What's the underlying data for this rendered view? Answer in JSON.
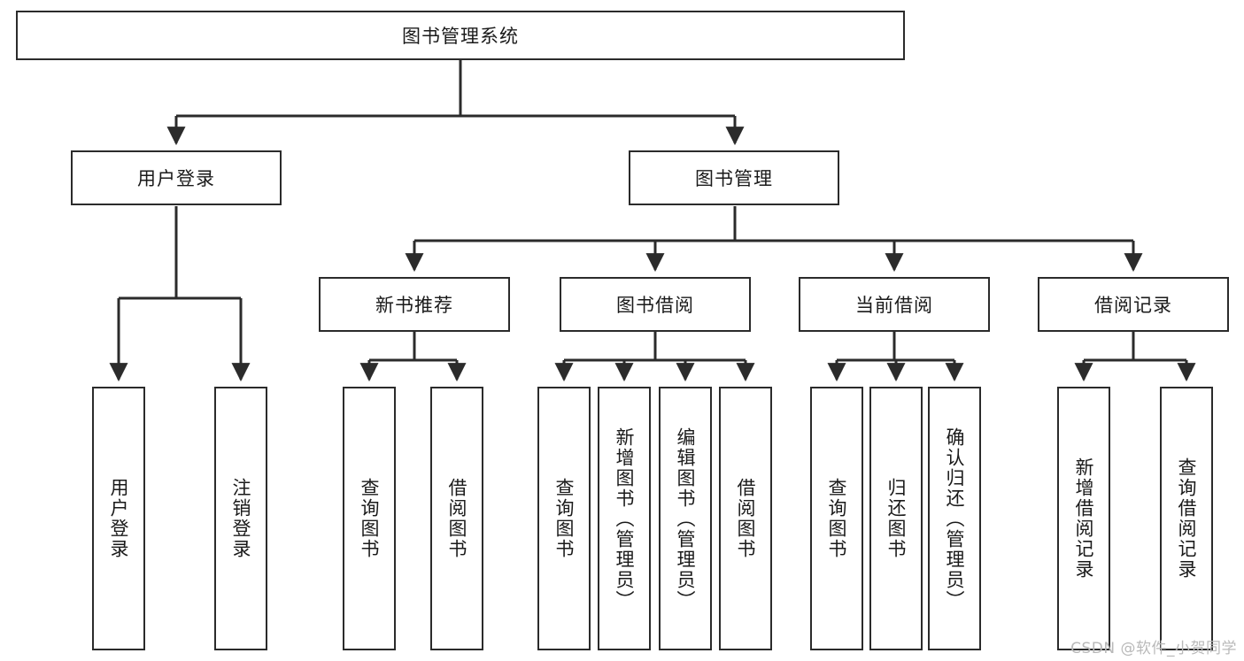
{
  "diagram": {
    "type": "tree",
    "title": "图书管理系统",
    "watermark": "CSDN @软件_小贺同学",
    "colors": {
      "stroke": "#2b2b2b",
      "fill": "#ffffff",
      "text": "#1a1a1a",
      "watermark": "#b9b9b9"
    },
    "nodes": {
      "root": {
        "label": "图书管理系统",
        "orientation": "horizontal"
      },
      "l2": [
        {
          "label": "用户登录",
          "orientation": "horizontal"
        },
        {
          "label": "图书管理",
          "orientation": "horizontal"
        }
      ],
      "l3": [
        {
          "label": "新书推荐",
          "orientation": "horizontal"
        },
        {
          "label": "图书借阅",
          "orientation": "horizontal"
        },
        {
          "label": "当前借阅",
          "orientation": "horizontal"
        },
        {
          "label": "借阅记录",
          "orientation": "horizontal"
        }
      ],
      "leaves_user_login": [
        {
          "label": "用户登录",
          "orientation": "vertical"
        },
        {
          "label": "注销登录",
          "orientation": "vertical"
        }
      ],
      "leaves_new_book": [
        {
          "label": "查询图书",
          "orientation": "vertical"
        },
        {
          "label": "借阅图书",
          "orientation": "vertical"
        }
      ],
      "leaves_borrow": [
        {
          "label": "查询图书",
          "orientation": "vertical"
        },
        {
          "label": "新增图书（管理员）",
          "orientation": "vertical"
        },
        {
          "label": "编辑图书（管理员）",
          "orientation": "vertical"
        },
        {
          "label": "借阅图书",
          "orientation": "vertical"
        }
      ],
      "leaves_current": [
        {
          "label": "查询图书",
          "orientation": "vertical"
        },
        {
          "label": "归还图书",
          "orientation": "vertical"
        },
        {
          "label": "确认归还（管理员）",
          "orientation": "vertical"
        }
      ],
      "leaves_records": [
        {
          "label": "新增借阅记录",
          "orientation": "vertical"
        },
        {
          "label": "查询借阅记录",
          "orientation": "vertical"
        }
      ]
    }
  }
}
